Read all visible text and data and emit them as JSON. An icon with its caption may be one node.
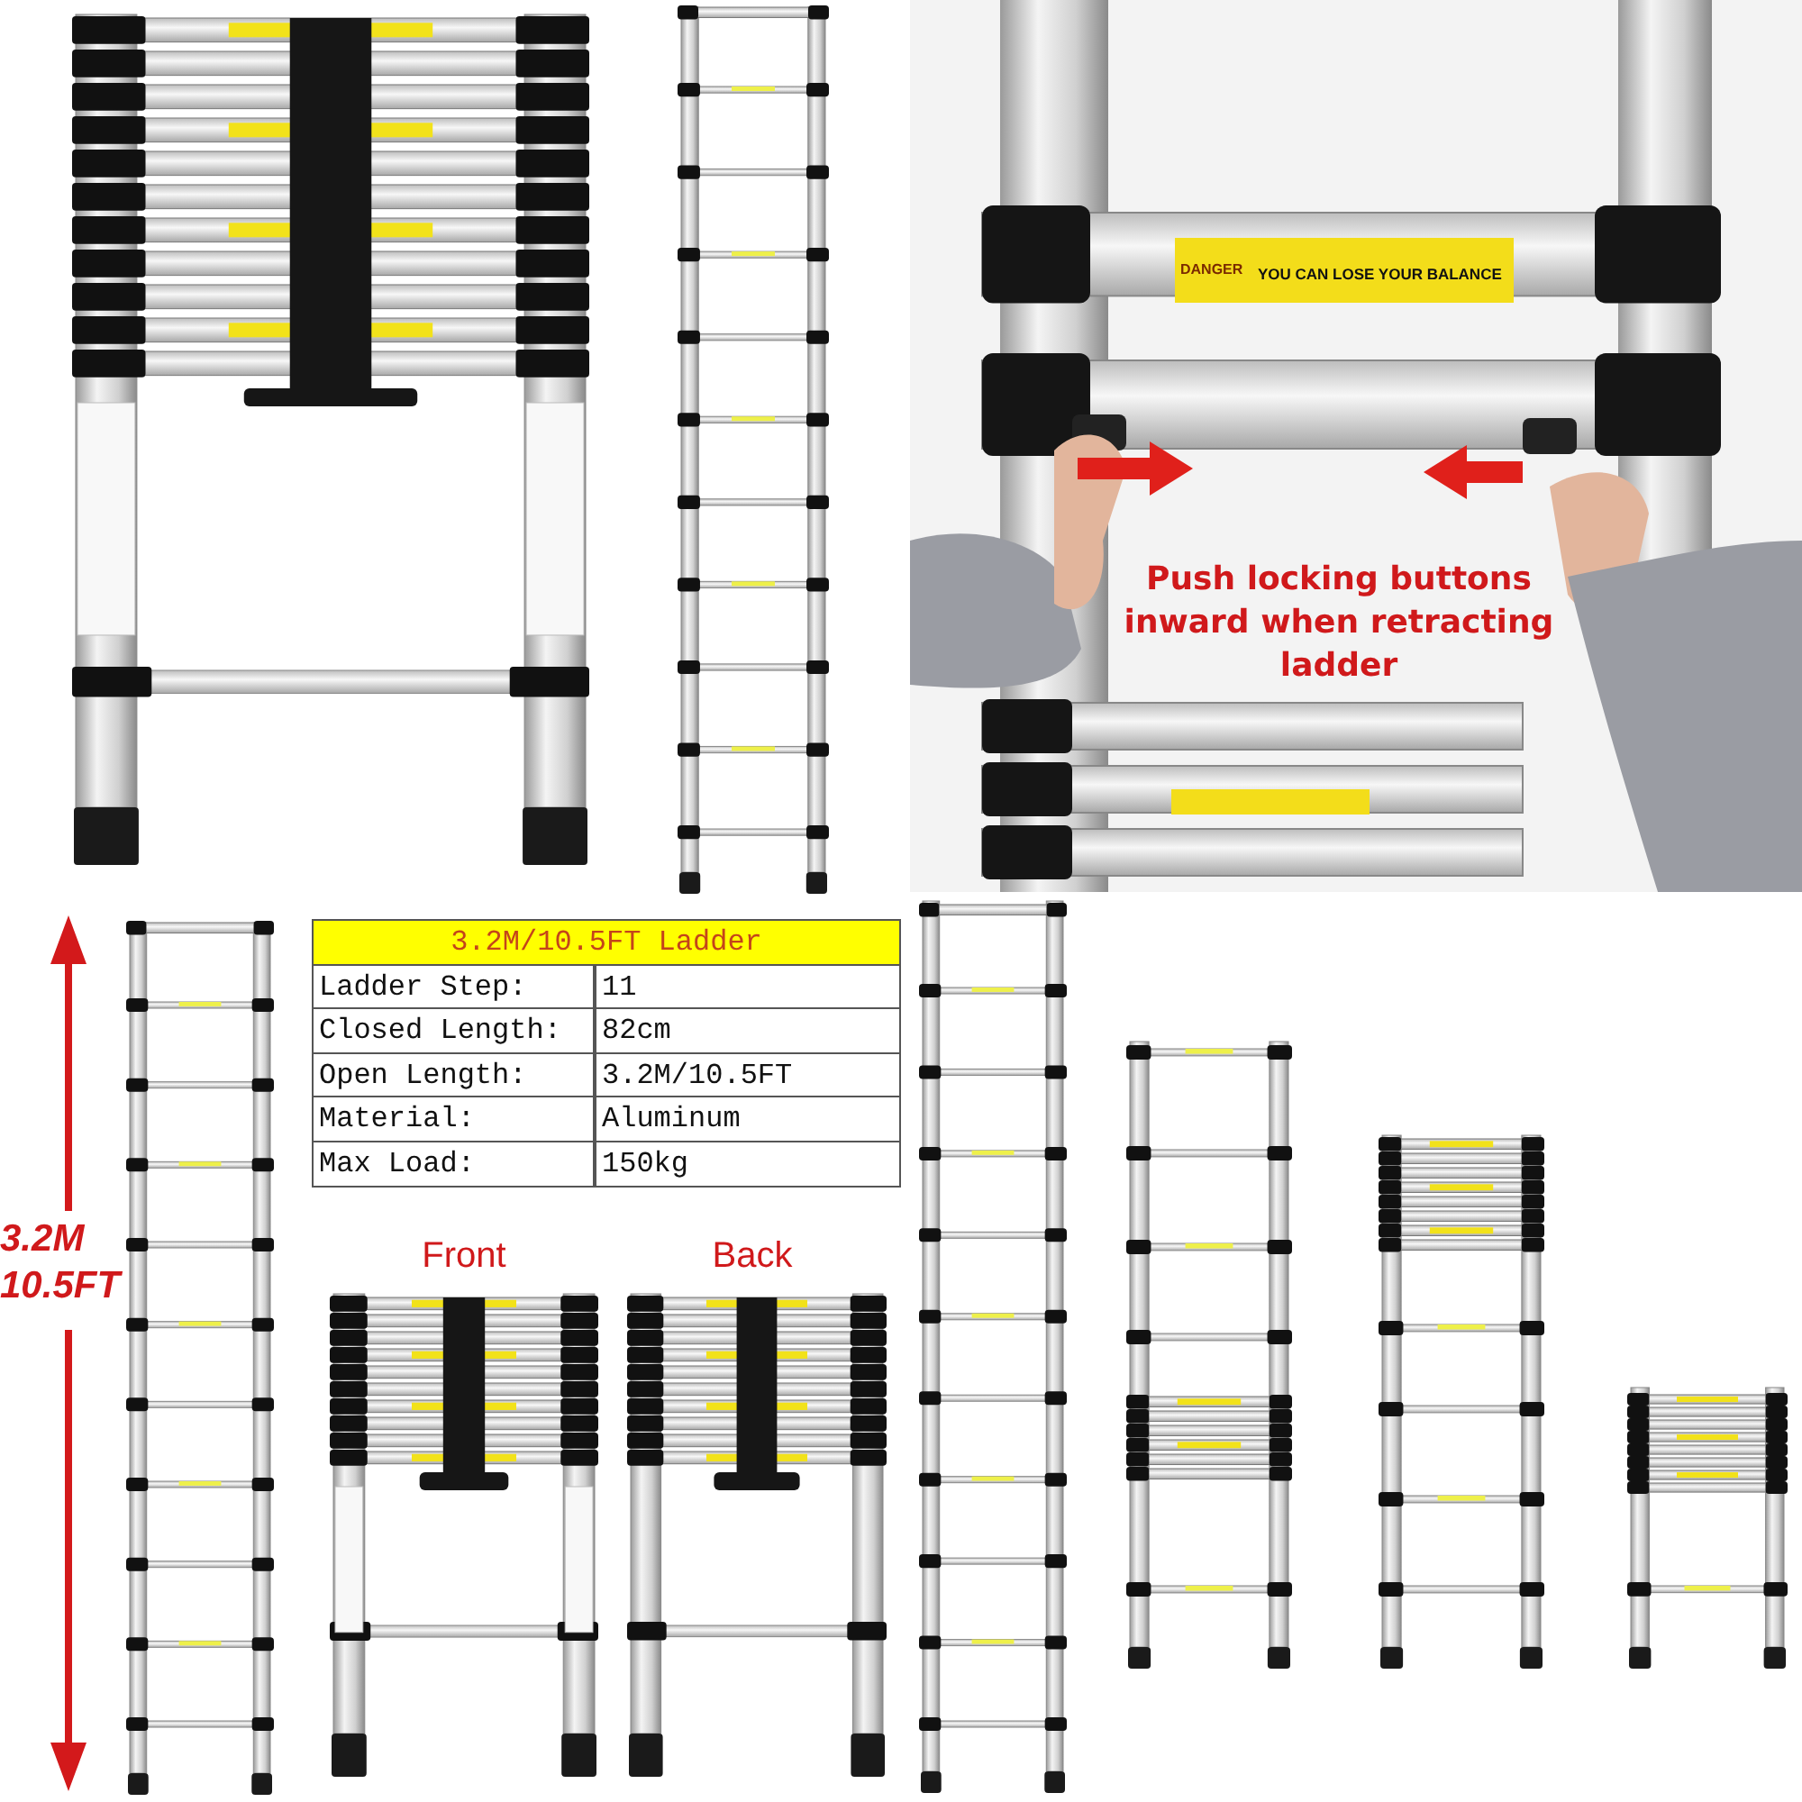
{
  "diagram": {
    "labels": [
      "DANGER",
      "YOU CAN LOSE YOUR BALANCE",
      "Push locking buttons inward when retracting ladder",
      "3.2M/10.5FT Ladder",
      "Ladder Step:",
      "11",
      "Closed Length:",
      "82cm",
      "Open Length:",
      "3.2M/10.5FT",
      "Material:",
      "Aluminum",
      "Max Load:",
      "150kg",
      "3.2M 10.5FT",
      "Front",
      "Back"
    ]
  }
}
